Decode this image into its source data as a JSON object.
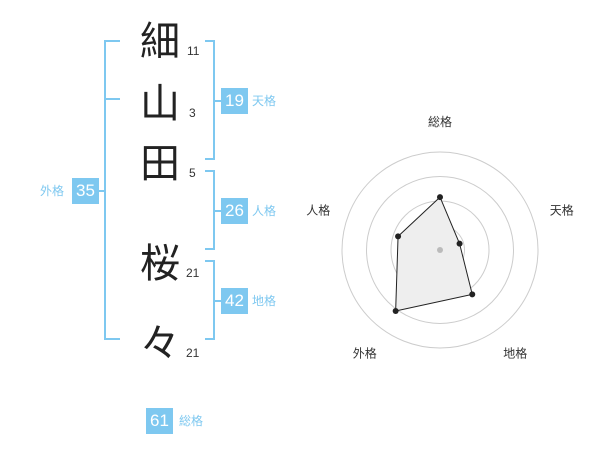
{
  "name": {
    "chars": [
      {
        "char": "細",
        "strokes": "11"
      },
      {
        "char": "山",
        "strokes": "3"
      },
      {
        "char": "田",
        "strokes": "5"
      },
      {
        "char": "桜",
        "strokes": "21"
      },
      {
        "char": "々",
        "strokes": "21"
      }
    ]
  },
  "fortune": {
    "tenkaku": {
      "value": "19",
      "label": "天格"
    },
    "jinkaku": {
      "value": "26",
      "label": "人格"
    },
    "chikaku": {
      "value": "42",
      "label": "地格"
    },
    "gaikaku": {
      "value": "35",
      "label": "外格"
    },
    "soukaku": {
      "value": "61",
      "label": "総格"
    }
  },
  "chart_data": {
    "type": "radar",
    "axes": [
      "総格",
      "天格",
      "地格",
      "外格",
      "人格"
    ],
    "values": [
      0.54,
      0.21,
      0.56,
      0.77,
      0.45
    ],
    "rings": 4,
    "colors": {
      "accent": "#7ec8f0",
      "fill": "#eeeeee",
      "stroke": "#222222",
      "grid": "#cccccc"
    }
  }
}
